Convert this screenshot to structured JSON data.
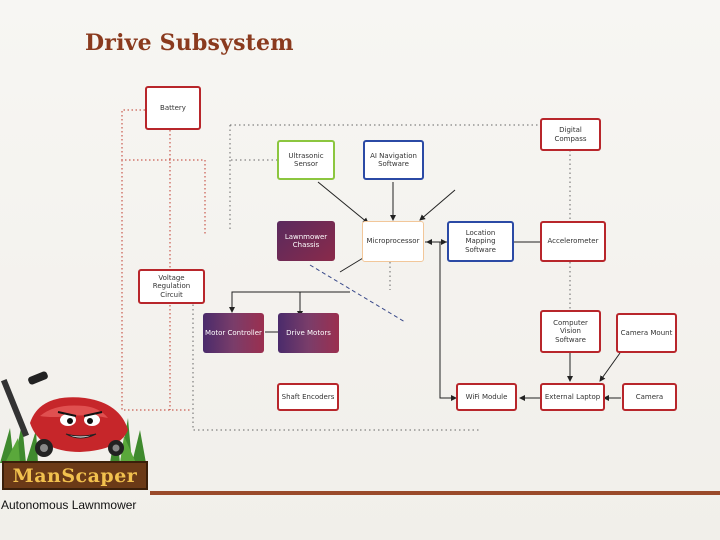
{
  "slide": {
    "title": "Drive Subsystem",
    "footer": "Autonomous Lawnmower",
    "logo_text": "ManScaper"
  },
  "colors": {
    "title": "#8a3a1e",
    "accent_bar": "#9a4a2a",
    "box_red": "#b8262b",
    "box_green": "#8cc63f",
    "box_blue": "#2b4aa5",
    "box_orange": "#f2c79a",
    "dark_fill_start": "#4a2b6b",
    "dark_fill_end": "#9b2f4f"
  },
  "diagram": {
    "nodes": {
      "battery": "Battery",
      "ultrasonic": "Ultrasonic Sensor",
      "ai_nav": "AI Navigation Software",
      "digital_compass": "Digital Compass",
      "chassis": "Lawnmower Chassis",
      "microprocessor": "Microprocessor",
      "location_mapping": "Location Mapping Software",
      "accelerometer": "Accelerometer",
      "voltage_reg": "Voltage Regulation Circuit",
      "motor_controller": "Motor Controller",
      "drive_motors": "Drive Motors",
      "computer_vision": "Computer Vision Software",
      "camera_mount": "Camera Mount",
      "shaft_encoders": "Shaft Encoders",
      "wifi_module": "WiFi Module",
      "external_laptop": "External Laptop",
      "camera": "Camera"
    }
  }
}
